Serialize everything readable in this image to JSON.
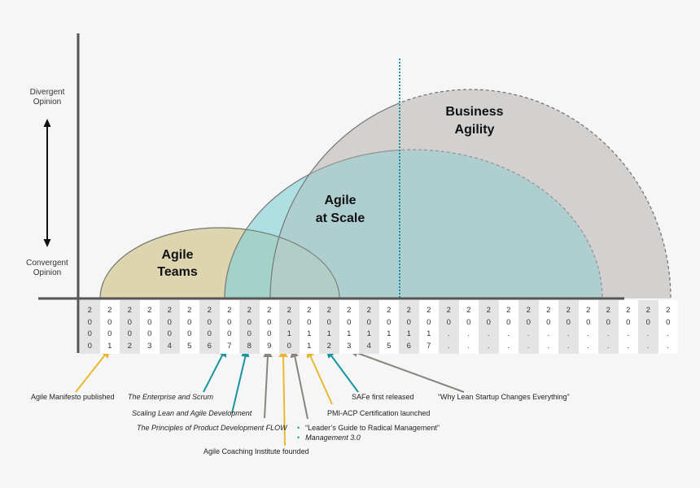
{
  "y_axis": {
    "top_label": [
      "Divergent",
      "Opinion"
    ],
    "bottom_label": [
      "Convergent",
      "Opinion"
    ]
  },
  "shapes": {
    "agile_teams": {
      "line1": "Agile",
      "line2": "Teams",
      "color": "#ddd5b0"
    },
    "agile_at_scale": {
      "line1": "Agile",
      "line2": "at Scale",
      "color": "#a8dde0"
    },
    "business_agility": {
      "line1": "Business",
      "line2": "Agility",
      "color": "#d9d8d7"
    }
  },
  "timeline": {
    "columns": [
      [
        "2",
        "0",
        "0",
        "0"
      ],
      [
        "2",
        "0",
        "0",
        "1"
      ],
      [
        "2",
        "0",
        "0",
        "2"
      ],
      [
        "2",
        "0",
        "0",
        "3"
      ],
      [
        "2",
        "0",
        "0",
        "4"
      ],
      [
        "2",
        "0",
        "0",
        "5"
      ],
      [
        "2",
        "0",
        "0",
        "6"
      ],
      [
        "2",
        "0",
        "0",
        "7"
      ],
      [
        "2",
        "0",
        "0",
        "8"
      ],
      [
        "2",
        "0",
        "0",
        "9"
      ],
      [
        "2",
        "0",
        "1",
        "0"
      ],
      [
        "2",
        "0",
        "1",
        "1"
      ],
      [
        "2",
        "0",
        "1",
        "2"
      ],
      [
        "2",
        "0",
        "1",
        "3"
      ],
      [
        "2",
        "0",
        "1",
        "4"
      ],
      [
        "2",
        "0",
        "1",
        "5"
      ],
      [
        "2",
        "0",
        "1",
        "6"
      ],
      [
        "2",
        "0",
        "1",
        "7"
      ],
      [
        "2",
        "0",
        ".",
        "."
      ],
      [
        "2",
        "0",
        ".",
        "."
      ],
      [
        "2",
        "0",
        ".",
        "."
      ],
      [
        "2",
        "0",
        ".",
        "."
      ],
      [
        "2",
        "0",
        ".",
        "."
      ],
      [
        "2",
        "0",
        ".",
        "."
      ],
      [
        "2",
        "0",
        ".",
        "."
      ],
      [
        "2",
        "0",
        ".",
        "."
      ],
      [
        "2",
        "0",
        ".",
        "."
      ],
      [
        "2",
        "0",
        ".",
        "."
      ],
      [
        "2",
        "0",
        ".",
        "."
      ],
      [
        "2",
        "0",
        ".",
        "."
      ]
    ]
  },
  "annotations": {
    "agile_manifesto": "Agile Manifesto published",
    "enterprise_scrum": "The Enterprise and Scrum",
    "scaling_lean": "Scaling Lean and Agile Development",
    "principles_flow": "The Principles of Product Development FLOW",
    "agile_coaching": "Agile Coaching Institute founded",
    "leaders_guide": "“Leader’s Guide to Radical Management”",
    "management30": "Management 3.0",
    "pmi_acp": "PMI-ACP Certification launched",
    "safe": "SAFe first released",
    "lean_startup": "“Why Lean Startup Changes Everything”"
  },
  "colors": {
    "gold": "#e8b930",
    "teal": "#17949f",
    "gray": "#8a847f",
    "axis": "#555555"
  }
}
